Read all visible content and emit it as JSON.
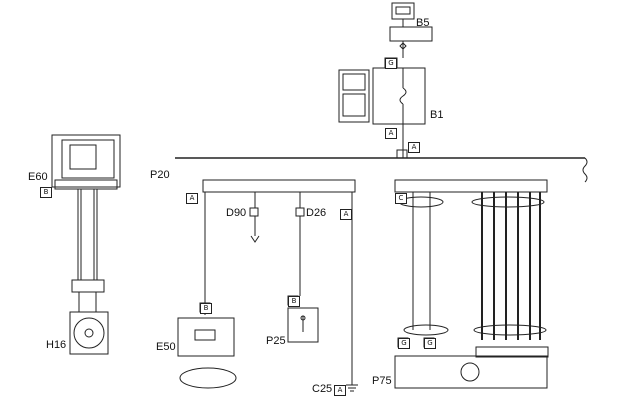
{
  "labels": {
    "b5": "B5",
    "b1": "B1",
    "e60": "E60",
    "p20": "P20",
    "d90": "D90",
    "d26": "D26",
    "h16": "H16",
    "e50": "E50",
    "p25": "P25",
    "c25": "C25",
    "p75": "P75"
  },
  "markers": {
    "b5_tag": "G",
    "b1_top": "G",
    "b1_bottom": "A",
    "b1_feed": "A",
    "e60_tag": "B",
    "p20_left": "A",
    "p20_right": "C",
    "d26_tag": "A",
    "c25_tag": "A",
    "e50_tag": "B",
    "p25_tag": "B",
    "p75_left": "G",
    "p75_mid": "G"
  }
}
